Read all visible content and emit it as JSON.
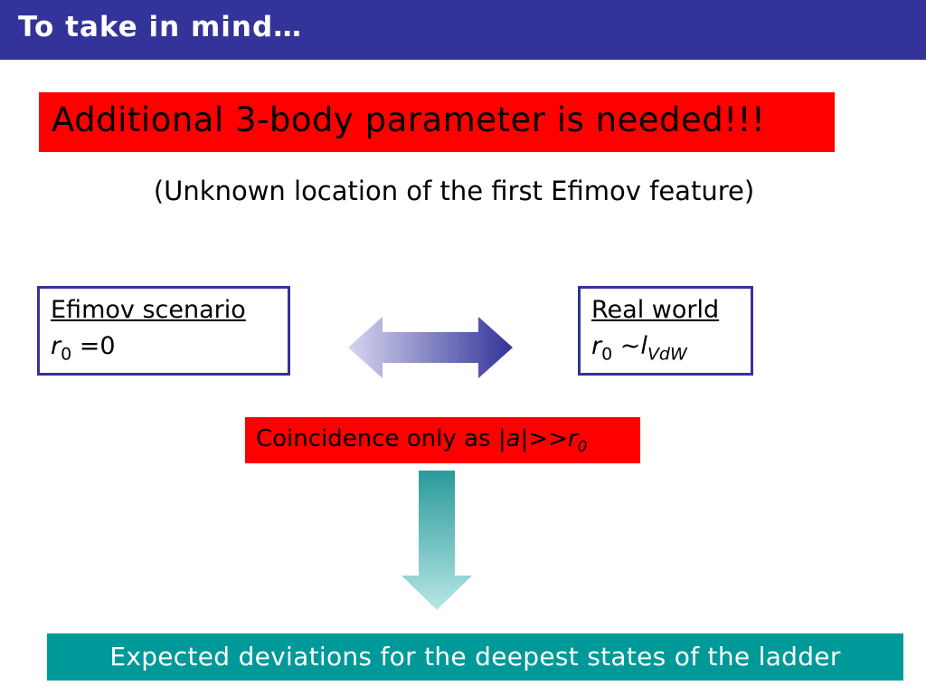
{
  "header": {
    "title": "To take in mind…"
  },
  "headline": {
    "text": "Additional 3-body parameter is needed!!!"
  },
  "subline": {
    "text": "(Unknown location of the first Efimov feature)"
  },
  "left_box": {
    "heading": "Efimov scenario",
    "symbol": "r",
    "subscript": "0",
    "relation": " =0"
  },
  "right_box": {
    "heading": "Real world",
    "symbol": "r",
    "subscript": "0",
    "relation": " ~",
    "symbol2": "l",
    "subscript2": "VdW"
  },
  "coincidence": {
    "prefix": "Coincidence only as |",
    "var_a": "a",
    "middle": "|>>",
    "symbol": "r",
    "subscript": "0"
  },
  "conclusion": {
    "text": "Expected deviations for the deepest states of the ladder"
  },
  "colors": {
    "title_bar": "#333399",
    "highlight_red": "#ff0000",
    "box_border": "#333399",
    "conclusion_bg": "#009999",
    "double_arrow_start": "#d6d6f0",
    "double_arrow_end": "#333399",
    "down_arrow_start": "#2a9a9a",
    "down_arrow_end": "#b8e6e6"
  }
}
